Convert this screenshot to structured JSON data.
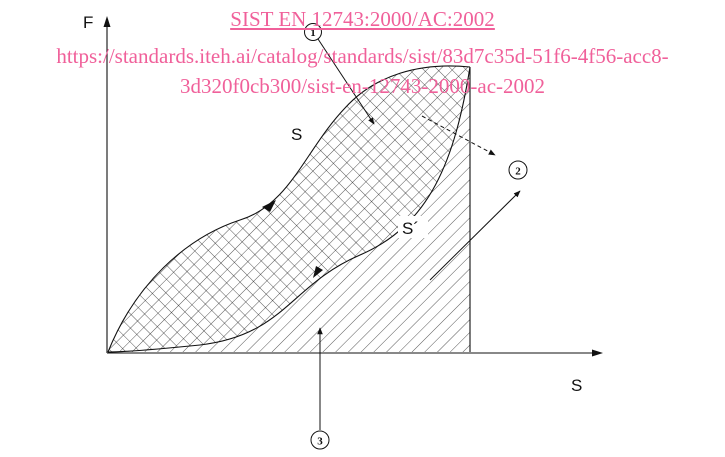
{
  "axes": {
    "y_label": "F",
    "x_label": "S"
  },
  "regions": {
    "upper_label": "S",
    "lower_label": "S´"
  },
  "callouts": [
    {
      "number": "1"
    },
    {
      "number": "2"
    },
    {
      "number": "3"
    }
  ],
  "watermark": {
    "title": "SIST EN 12743:2000/AC:2002",
    "url_line1": "https://standards.iteh.ai/catalog/standards/sist/83d7c35d-51f6-4f56-acc8-",
    "url_line2": "3d320f0cb300/sist-en-12743-2000-ac-2002",
    "color": "#f0609a"
  }
}
